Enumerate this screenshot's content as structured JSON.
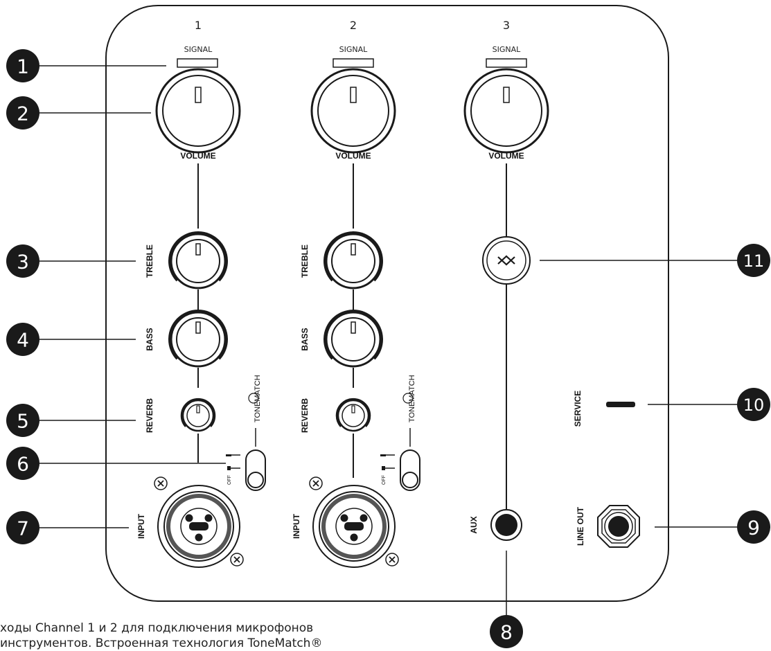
{
  "channels": [
    {
      "number": "1",
      "signal_label": "SIGNAL",
      "volume_label": "VOLUME",
      "treble_label": "TREBLE",
      "bass_label": "BASS",
      "reverb_label": "REVERB",
      "input_label": "INPUT",
      "tonematch_label": "TONEMATCH",
      "off_label": "OFF"
    },
    {
      "number": "2",
      "signal_label": "SIGNAL",
      "volume_label": "VOLUME",
      "treble_label": "TREBLE",
      "bass_label": "BASS",
      "reverb_label": "REVERB",
      "input_label": "INPUT",
      "tonematch_label": "TONEMATCH",
      "off_label": "OFF"
    },
    {
      "number": "3",
      "signal_label": "SIGNAL",
      "volume_label": "VOLUME"
    }
  ],
  "labels": {
    "aux": "AUX",
    "line_out": "LINE OUT",
    "service": "SERVICE"
  },
  "callouts": [
    "1",
    "2",
    "3",
    "4",
    "5",
    "6",
    "7",
    "8",
    "9",
    "10",
    "11"
  ],
  "caption": [
    "ходы Channel 1 и 2 для подключения микрофонов",
    "инструментов. Встроенная технология ToneMatch®"
  ],
  "colors": {
    "ink": "#1a1a1a",
    "panel_bg": "#ffffff"
  }
}
